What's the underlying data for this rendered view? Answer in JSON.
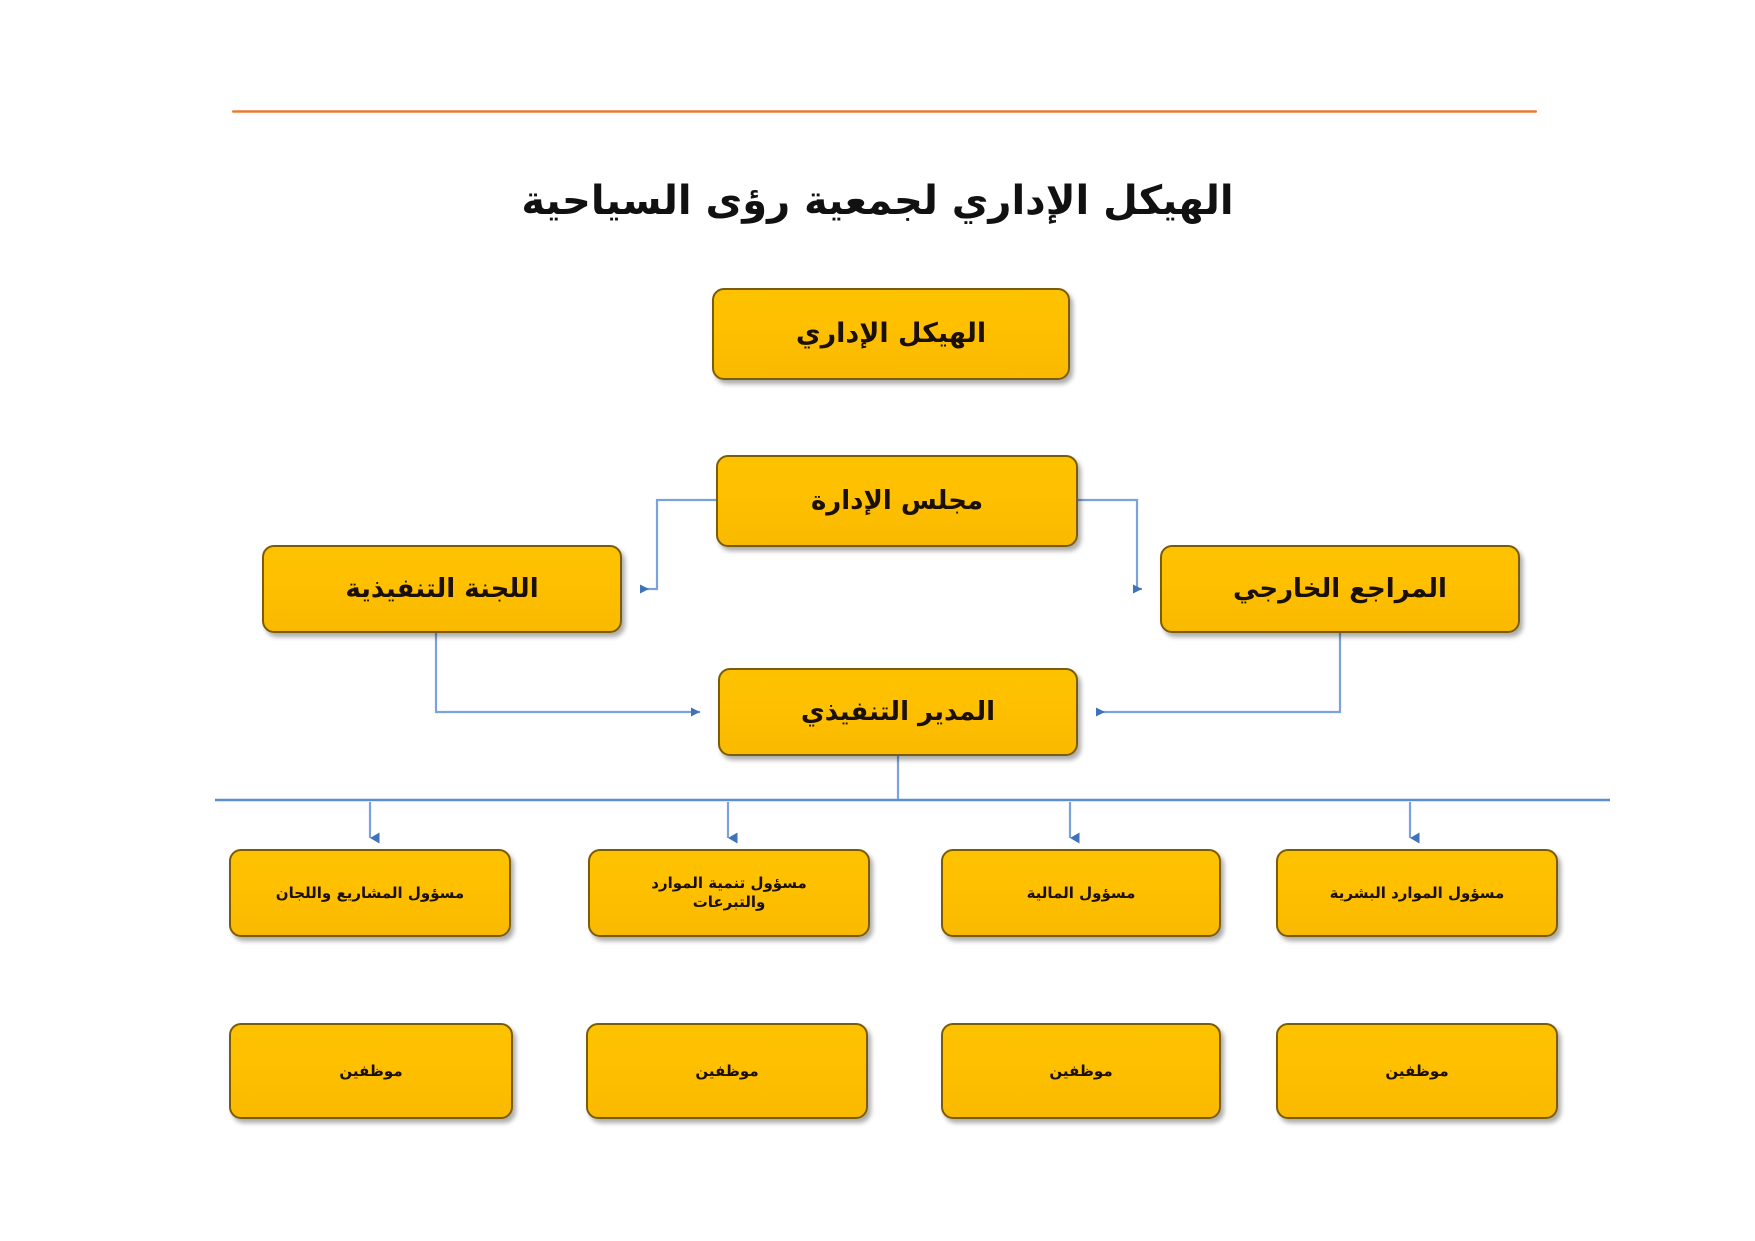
{
  "page": {
    "title": "الهيكل الإداري لجمعية رؤى السياحية",
    "language": "ar",
    "direction": "rtl"
  },
  "theme": {
    "box_fill": "#ffc000",
    "box_border": "#7a5c07",
    "box_text": "#1a1008",
    "connector": "#5b8fd1",
    "rule": "#ed7d31",
    "background": "#ffffff"
  },
  "chart_data": {
    "type": "org-chart",
    "title": "الهيكل الإداري لجمعية رؤى السياحية",
    "nodes": [
      {
        "id": "root",
        "label": "الهيكل الإداري",
        "tier": 1
      },
      {
        "id": "board",
        "label": "مجلس الإدارة",
        "tier": 2
      },
      {
        "id": "committee",
        "label": "اللجنة التنفيذية",
        "tier": 3
      },
      {
        "id": "auditor",
        "label": "المراجع الخارجي",
        "tier": 3
      },
      {
        "id": "ceo",
        "label": "المدير التنفيذي",
        "tier": 4
      },
      {
        "id": "dept1",
        "label": "مسؤول المشاريع واللجان",
        "tier": 5
      },
      {
        "id": "dept2",
        "label": "مسؤول تنمية الموارد والتبرعات",
        "tier": 5
      },
      {
        "id": "dept3",
        "label": "مسؤول المالية",
        "tier": 5
      },
      {
        "id": "dept4",
        "label": "مسؤول الموارد البشرية",
        "tier": 5
      },
      {
        "id": "staff1",
        "label": "موظفين",
        "tier": 6
      },
      {
        "id": "staff2",
        "label": "موظفين",
        "tier": 6
      },
      {
        "id": "staff3",
        "label": "موظفين",
        "tier": 6
      },
      {
        "id": "staff4",
        "label": "موظفين",
        "tier": 6
      }
    ],
    "edges": [
      {
        "from": "board",
        "to": "committee",
        "style": "elbow-arrow"
      },
      {
        "from": "board",
        "to": "auditor",
        "style": "elbow-arrow"
      },
      {
        "from": "committee",
        "to": "ceo",
        "style": "elbow-arrow"
      },
      {
        "from": "auditor",
        "to": "ceo",
        "style": "elbow-arrow"
      },
      {
        "from": "ceo",
        "to": "dept1",
        "style": "bus-arrow"
      },
      {
        "from": "ceo",
        "to": "dept2",
        "style": "bus-arrow"
      },
      {
        "from": "ceo",
        "to": "dept3",
        "style": "bus-arrow"
      },
      {
        "from": "ceo",
        "to": "dept4",
        "style": "bus-arrow"
      }
    ]
  },
  "nodes": {
    "root": "الهيكل الإداري",
    "board": "مجلس الإدارة",
    "committee": "اللجنة التنفيذية",
    "auditor": "المراجع الخارجي",
    "ceo": "المدير التنفيذي",
    "dept1": "مسؤول المشاريع واللجان",
    "dept2_line1": "مسؤول تنمية الموارد",
    "dept2_line2": "والتبرعات",
    "dept3": "مسؤول المالية",
    "dept4": "مسؤول الموارد البشرية",
    "staff1": "موظفين",
    "staff2": "موظفين",
    "staff3": "موظفين",
    "staff4": "موظفين"
  }
}
